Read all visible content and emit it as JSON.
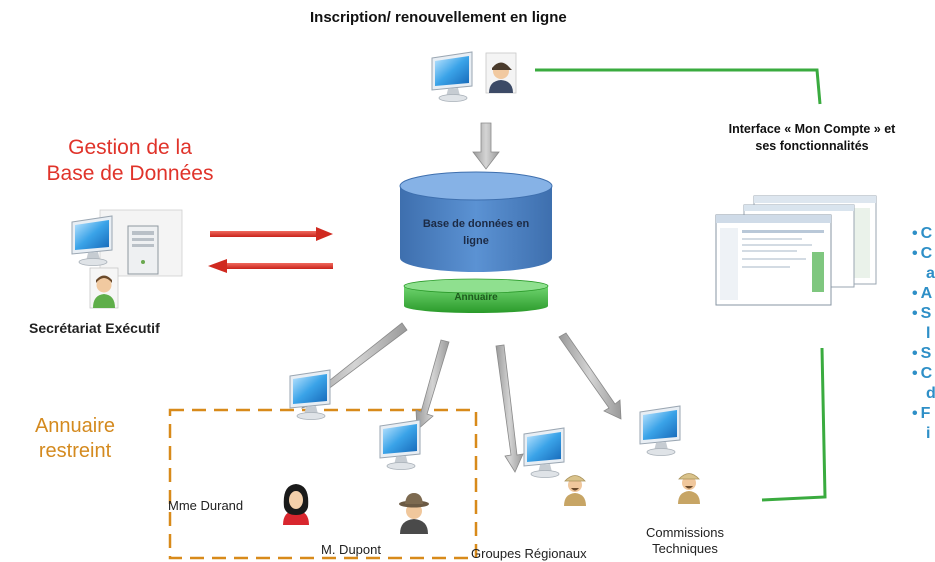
{
  "diagram": {
    "title": "Inscription/ renouvellement en ligne",
    "interface_label": {
      "line1": "Interface « Mon Compte » et",
      "line2": "ses fonctionnalités"
    },
    "gestion_label": {
      "line1": "Gestion de la",
      "line2": "Base de Données"
    },
    "secretariat_label": "Secrétariat Exécutif",
    "database_label": {
      "line1": "Base de données en",
      "line2": "ligne"
    },
    "annuaire_label": "Annuaire",
    "annuaire_restreint_label": {
      "line1": "Annuaire",
      "line2": "restreint"
    },
    "person_labels": {
      "mme_durand": "Mme Durand",
      "m_dupont": "M. Dupont"
    },
    "groupes_label": "Groupes Régionaux",
    "commissions_label": {
      "line1": "Commissions",
      "line2": "Techniques"
    },
    "bullet_fragments": [
      {
        "text": "C",
        "bullet": true
      },
      {
        "text": "C",
        "bullet": true
      },
      {
        "text": "a",
        "bullet": false
      },
      {
        "text": "A",
        "bullet": true
      },
      {
        "text": "S",
        "bullet": true
      },
      {
        "text": "l",
        "bullet": false
      },
      {
        "text": "S",
        "bullet": true
      },
      {
        "text": "C",
        "bullet": true
      },
      {
        "text": "d",
        "bullet": false
      },
      {
        "text": "F",
        "bullet": true
      },
      {
        "text": "i",
        "bullet": false
      }
    ]
  },
  "colors": {
    "red_text": "#e0332a",
    "orange_text": "#d48a1f",
    "blue_bullets": "#2e8fc7",
    "green_connector": "#3aab3f",
    "red_arrows": "#e0332a",
    "db_blue": "#4a7fc0",
    "annuaire_green": "#3cb33c",
    "dashed_box": "#d88a1a"
  }
}
